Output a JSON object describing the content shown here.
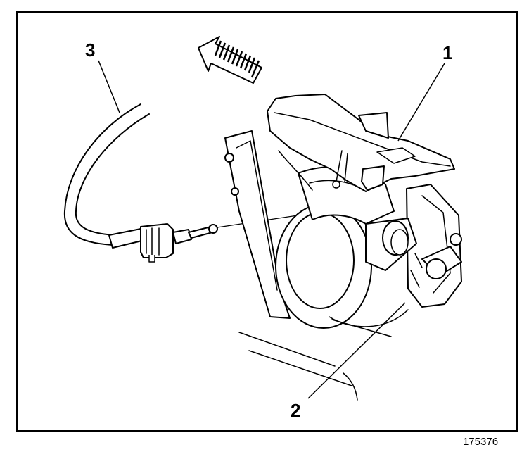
{
  "diagram": {
    "callouts": [
      {
        "id": "1",
        "label": "1"
      },
      {
        "id": "2",
        "label": "2"
      },
      {
        "id": "3",
        "label": "3"
      }
    ],
    "figure_number": "175376"
  }
}
